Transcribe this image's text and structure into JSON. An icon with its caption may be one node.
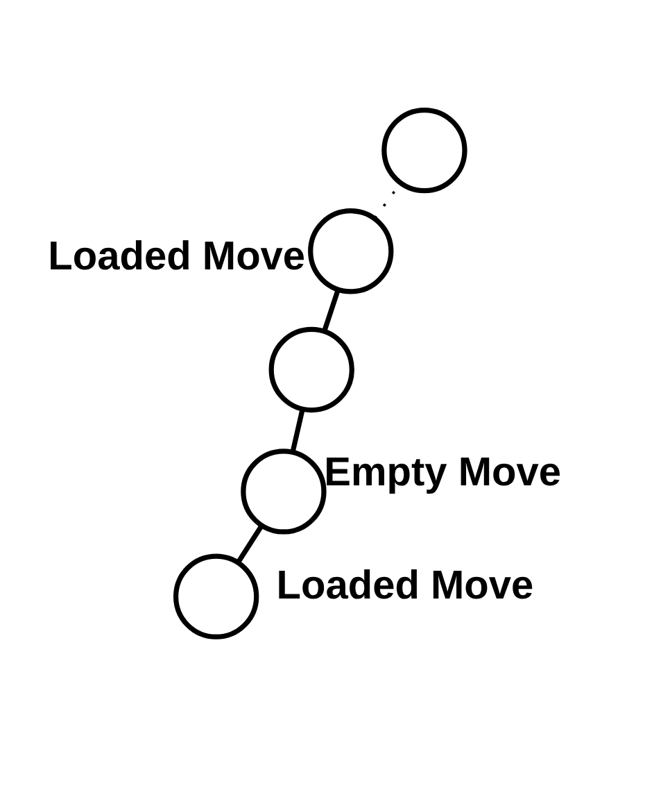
{
  "diagram": {
    "nodes": [
      {
        "text": [],
        "shape": "circle"
      },
      {
        "text": [],
        "shape": "circle"
      },
      {
        "text": [],
        "shape": "circle"
      },
      {
        "text": [],
        "shape": "circle"
      },
      {
        "text": [],
        "shape": "circle"
      }
    ],
    "edges": [
      {
        "from": 0,
        "to": 1,
        "arrow": "none",
        "label": "Loaded Move"
      },
      {
        "from": 1,
        "to": 2,
        "arrow": "none",
        "label": "Empty Move"
      },
      {
        "from": 2,
        "to": 3,
        "arrow": "none",
        "label": "Loaded Move"
      },
      {
        "from": 3,
        "to": 4,
        "arrow": "none",
        "style": "dashed"
      }
    ]
  }
}
